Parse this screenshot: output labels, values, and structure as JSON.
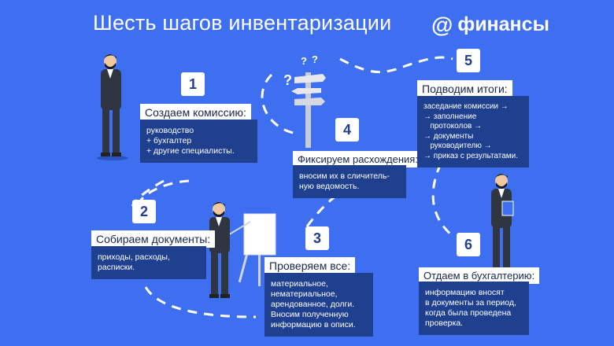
{
  "header": {
    "title": "Шесть шагов инвентаризации",
    "brand_symbol": "@",
    "brand_name": "финансы"
  },
  "colors": {
    "background": "#3d6ff0",
    "card_dark": "#1f3f8f",
    "card_light": "#ffffff"
  },
  "steps": [
    {
      "number": "1",
      "title": "Создаем комиссию:",
      "lines": [
        "руководство",
        "+ бухгалтер",
        "+ другие  специалисты."
      ]
    },
    {
      "number": "2",
      "title": "Собираем документы:",
      "lines": [
        "приходы, расходы,",
        "расписки."
      ]
    },
    {
      "number": "3",
      "title": "Проверяем все:",
      "lines": [
        "материальное,",
        "нематериальное,",
        "арендованное, долги.",
        "Вносим полученную",
        "информацию в описи."
      ]
    },
    {
      "number": "4",
      "title": "Фиксируем расхождения:",
      "lines": [
        "вносим их в сличитель-",
        "ную ведомость."
      ]
    },
    {
      "number": "5",
      "title": "Подводим итоги:",
      "lines": [
        "заседание комиссии →",
        "→ заполнение",
        "   протоколов →",
        "→ документы",
        "   руководителю →",
        "→ приказ с результатами."
      ]
    },
    {
      "number": "6",
      "title": "Отдаем в бухгалтерию:",
      "lines": [
        "информацию вносят",
        "в документы за период,",
        "когда была проведена",
        "проверка."
      ]
    }
  ],
  "icons": [
    "signpost-icon",
    "whiteboard-icon",
    "businessman-figure"
  ]
}
